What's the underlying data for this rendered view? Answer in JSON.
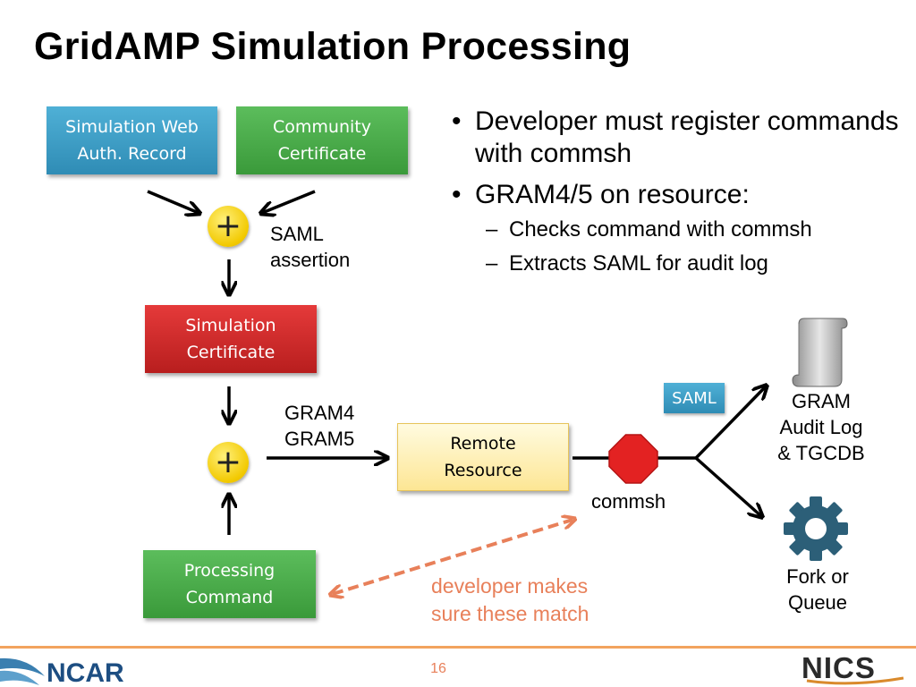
{
  "slide": {
    "title": "GridAMP Simulation Processing",
    "page_number": "16"
  },
  "boxes": {
    "web_auth": "Simulation Web\nAuth. Record",
    "community_cert": "Community\nCertificate",
    "simulation_cert": "Simulation\nCertificate",
    "remote_resource": "Remote\nResource",
    "processing_command": "Processing\nCommand"
  },
  "plus_symbol": "+",
  "labels": {
    "saml_assertion": "SAML\nassertion",
    "gram": "GRAM4\nGRAM5",
    "commsh": "commsh",
    "saml_tag": "SAML",
    "gram_audit": "GRAM\nAudit Log\n& TGCDB",
    "fork_queue": "Fork or\nQueue",
    "developer_match": "developer makes\nsure these match"
  },
  "bullets": [
    {
      "text": "Developer must register commands with commsh",
      "subs": []
    },
    {
      "text": "GRAM4/5 on resource:",
      "subs": [
        "Checks command with commsh",
        "Extracts SAML for audit log"
      ]
    }
  ],
  "bullet_glyph": "•",
  "sub_glyph": "–",
  "icons": {
    "stop": "stop-sign-icon",
    "scroll": "scroll-icon",
    "gear": "gear-icon"
  },
  "logos": {
    "left": "NCAR",
    "right": "NICS"
  },
  "colors": {
    "blue": "#3a9cc6",
    "green": "#46a846",
    "red": "#cc2a2a",
    "accent_orange": "#e8805a",
    "stop_red": "#e32222",
    "gear": "#2c5f78"
  }
}
